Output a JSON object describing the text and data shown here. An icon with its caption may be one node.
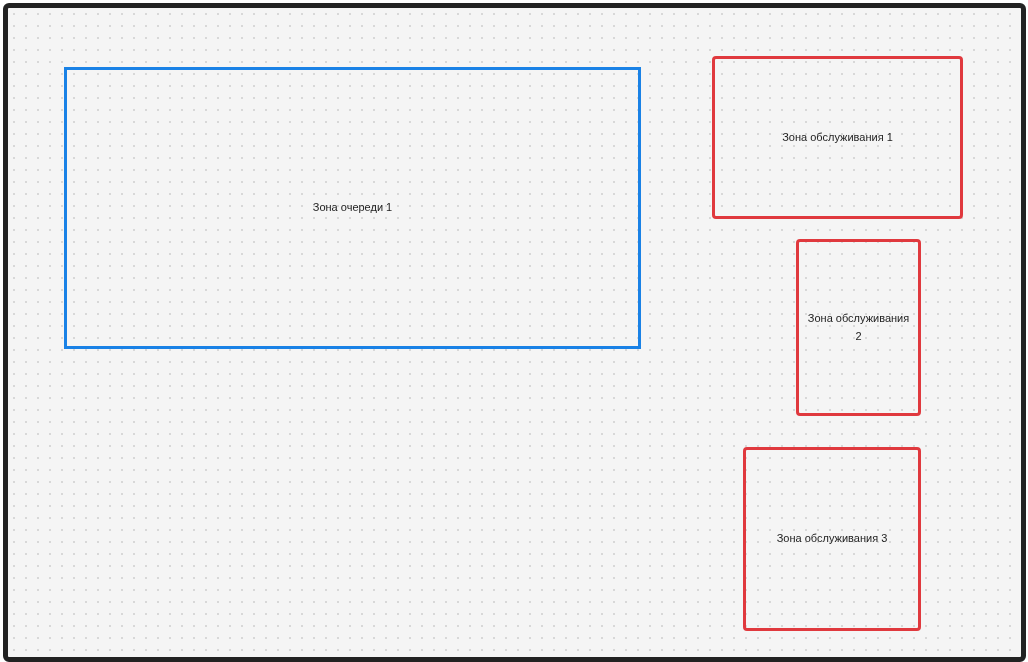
{
  "diagram": {
    "nodes": [
      {
        "text": [
          "Зона очереди 1"
        ]
      },
      {
        "text": [
          "Зона обслуживания 1"
        ]
      },
      {
        "text": [
          "Зона обслуживания 2"
        ]
      },
      {
        "text": [
          "Зона обслуживания 3"
        ]
      }
    ],
    "edges": []
  }
}
